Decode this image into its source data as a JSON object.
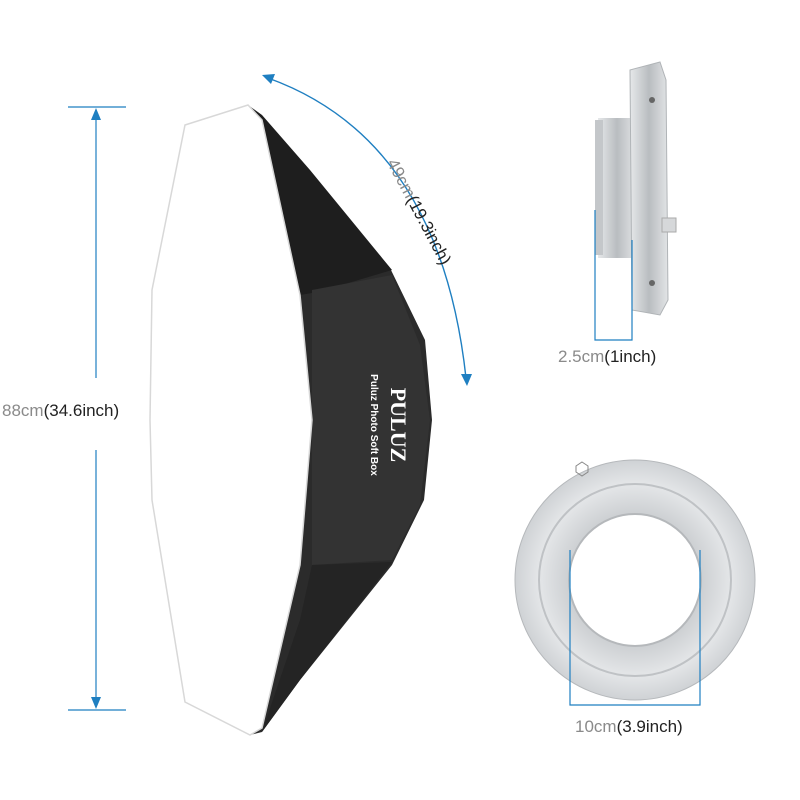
{
  "colors": {
    "dimension_line": "#1f7fc1",
    "softbox_dark": "#2a2a2a",
    "diffuser": "#ffffff",
    "metal": "#cfd2d4"
  },
  "logo": {
    "brand": "PULUZ",
    "product": "Puluz Photo Soft Box"
  },
  "dimensions": {
    "height": {
      "metric": "88cm",
      "imperial": "(34.6inch)"
    },
    "side": {
      "metric": "49cm",
      "imperial": "(19.3inch)"
    },
    "mount_depth": {
      "metric": "2.5cm",
      "imperial": "(1inch)"
    },
    "ring_diameter": {
      "metric": "10cm",
      "imperial": "(3.9inch)"
    }
  }
}
